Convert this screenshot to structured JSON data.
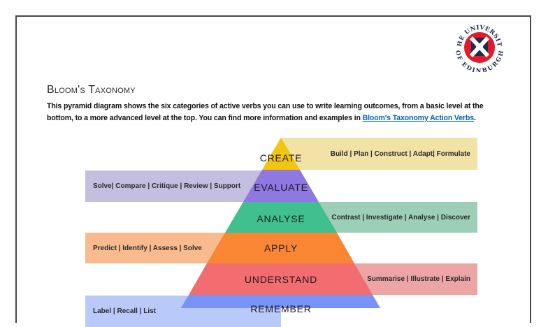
{
  "logo": {
    "top_text": "THE UNIVERSITY",
    "bottom_text": "OF EDINBURGH",
    "colors": {
      "red": "#E3192A",
      "navy": "#1F2A55"
    }
  },
  "document": {
    "title": "Bloom's Taxonomy",
    "intro_text": "This pyramid diagram shows the six categories of active verbs you can use to write learning outcomes, from a basic level at the bottom, to a more advanced level at the top. You can find more information and examples in ",
    "link_text": "Bloom's Taxonomy Action Verbs",
    "intro_end": "."
  },
  "pyramid": {
    "levels": [
      {
        "label": "CREATE",
        "verbs": "Build | Plan | Construct | Adapt| Formulate",
        "side": "right",
        "color": "#F2C511",
        "box_color": "#F3E2A6"
      },
      {
        "label": "EVALUATE",
        "verbs": "Solve| Compare | Critique | Review | Support",
        "side": "left",
        "color": "#8F78E1",
        "box_color": "#C4BFE0"
      },
      {
        "label": "ANALYSE",
        "verbs": "Contrast | Investigate | Analyse | Discover",
        "side": "right",
        "color": "#3FC08E",
        "box_color": "#9DCFB7"
      },
      {
        "label": "APPLY",
        "verbs": "Predict | Identify | Assess | Solve",
        "side": "left",
        "color": "#FA8532",
        "box_color": "#F9BA8D"
      },
      {
        "label": "UNDERSTAND",
        "verbs": "Summarise | Illustrate | Explain",
        "side": "right",
        "color": "#F26C70",
        "box_color": "#EBA5A5"
      },
      {
        "label": "REMEMBER",
        "verbs": "Label | Recall | List",
        "side": "left",
        "color": "#7892F7",
        "box_color": "#B9C9F9"
      }
    ]
  }
}
